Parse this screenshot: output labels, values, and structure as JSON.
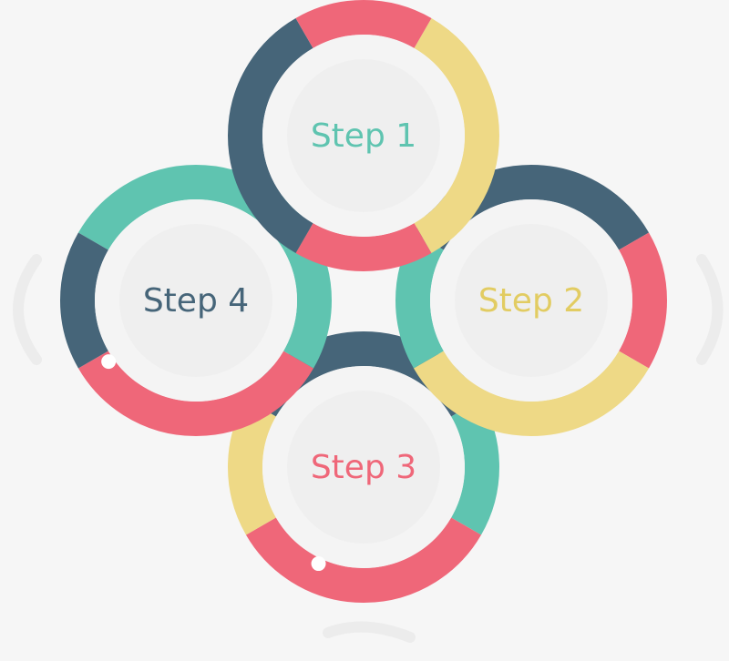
{
  "colors": {
    "background": "#f6f6f6",
    "yellow": "#eed986",
    "pink": "#ef6779",
    "teal": "#5fc4b0",
    "navy": "#466579",
    "inner_disc": "#f4f4f4",
    "inner_core": "#efefef",
    "white_dot": "#ffffff"
  },
  "steps": [
    {
      "label": "Step 1",
      "label_color": "#5fc4b0"
    },
    {
      "label": "Step 2",
      "label_color": "#e2cc62"
    },
    {
      "label": "Step 3",
      "label_color": "#ef6779"
    },
    {
      "label": "Step 4",
      "label_color": "#466579"
    }
  ],
  "cycle_arrows": [
    {
      "name": "left-cycle-arrow",
      "icon": "arrow-icon"
    },
    {
      "name": "right-cycle-arrow",
      "icon": "arrow-icon"
    },
    {
      "name": "bottom-cycle-arrow",
      "icon": "arrow-icon"
    }
  ]
}
